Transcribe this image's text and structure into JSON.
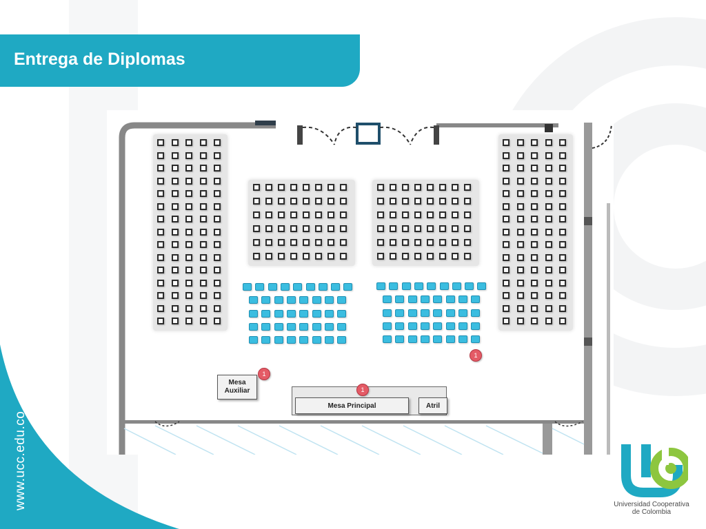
{
  "header": {
    "title": "Entrega de Diplomas"
  },
  "sidebar": {
    "url": "www.ucc.edu.co"
  },
  "brand": {
    "name_line1": "Universidad Cooperativa",
    "name_line2": "de Colombia",
    "accent_color": "#1fa9c3",
    "green_color": "#8dc63f"
  },
  "floor_plan": {
    "tables": {
      "auxiliary_line1": "Mesa",
      "auxiliary_line2": "Auxiliar",
      "main": "Mesa Principal",
      "lectern": "Atril"
    },
    "markers": [
      "1",
      "1",
      "1"
    ],
    "seating": {
      "left_block": {
        "rows": 15,
        "cols": 5
      },
      "center_left_block": {
        "rows": 6,
        "cols": 8
      },
      "center_right_block": {
        "rows": 6,
        "cols": 8
      },
      "right_block": {
        "rows": 15,
        "cols": 5
      },
      "graduate_left": {
        "rows": [
          9,
          8,
          8,
          8,
          8
        ]
      },
      "graduate_right": {
        "rows": [
          9,
          8,
          8,
          8,
          8
        ]
      }
    }
  }
}
